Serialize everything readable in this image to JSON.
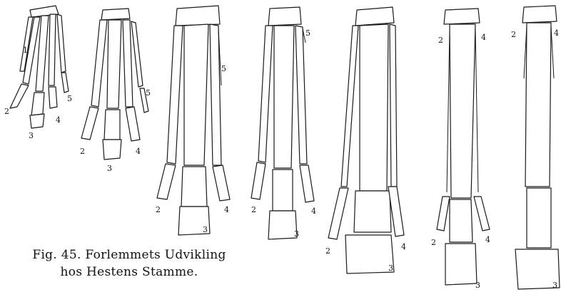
{
  "figure": {
    "caption_line1": "Fig. 45.  Forlemmets Udvikling",
    "caption_line2": "hos Hestens Stamme."
  },
  "stages": [
    {
      "digits": [
        "1",
        "2",
        "3",
        "4",
        "5"
      ]
    },
    {
      "digits": [
        "2",
        "3",
        "4",
        "5"
      ]
    },
    {
      "digits": [
        "2",
        "3",
        "4",
        "5"
      ]
    },
    {
      "digits": [
        "2",
        "3",
        "4",
        "5"
      ]
    },
    {
      "digits": [
        "2",
        "3",
        "4"
      ]
    },
    {
      "digits": [
        "2",
        "4",
        "2",
        "3",
        "4"
      ]
    },
    {
      "digits": [
        "2",
        "4",
        "3"
      ]
    }
  ]
}
